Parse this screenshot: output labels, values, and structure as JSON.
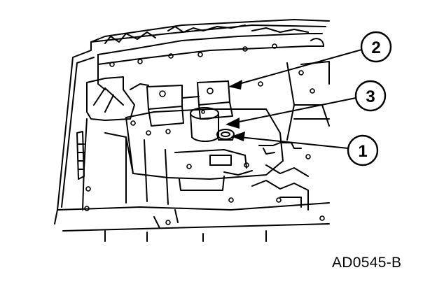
{
  "figure": {
    "id": "AD0545-B",
    "callouts": [
      {
        "number": "1",
        "label": ""
      },
      {
        "number": "2",
        "label": ""
      },
      {
        "number": "3",
        "label": ""
      }
    ],
    "colors": {
      "line": "#000000",
      "background": "#ffffff"
    }
  }
}
